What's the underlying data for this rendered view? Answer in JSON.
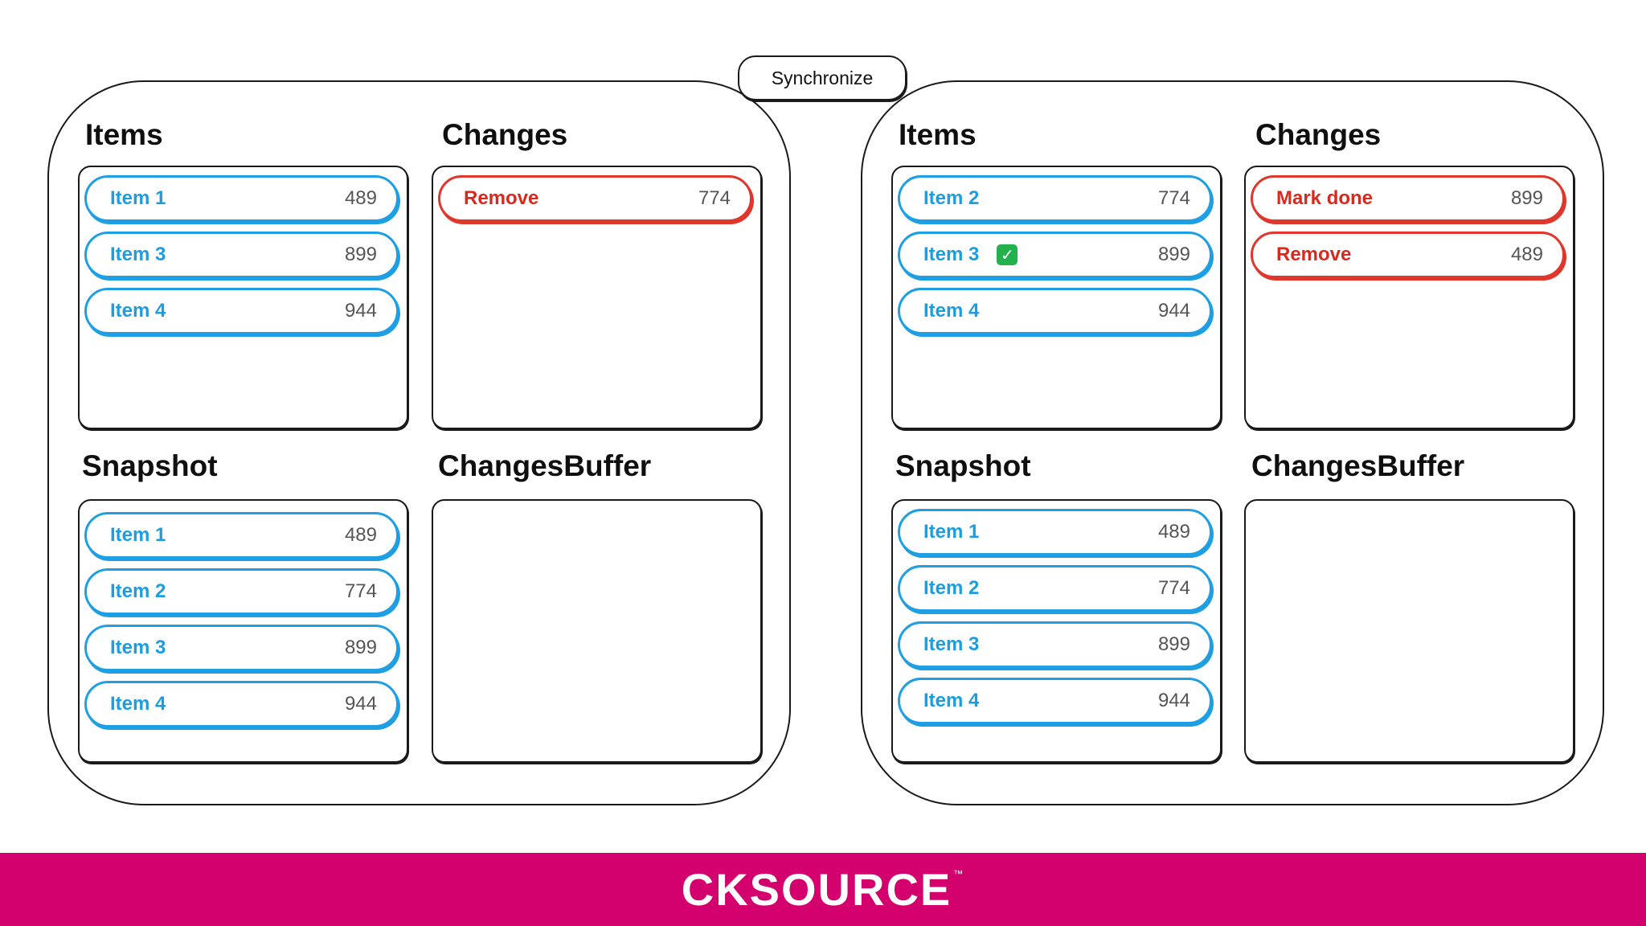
{
  "sync_label": "Synchronize",
  "left": {
    "items": {
      "title": "Items",
      "rows": [
        {
          "label": "Item 1",
          "value": "489"
        },
        {
          "label": "Item 3",
          "value": "899"
        },
        {
          "label": "Item 4",
          "value": "944"
        }
      ]
    },
    "changes": {
      "title": "Changes",
      "rows": [
        {
          "label": "Remove",
          "value": "774"
        }
      ]
    },
    "snapshot": {
      "title": "Snapshot",
      "rows": [
        {
          "label": "Item 1",
          "value": "489"
        },
        {
          "label": "Item 2",
          "value": "774"
        },
        {
          "label": "Item 3",
          "value": "899"
        },
        {
          "label": "Item 4",
          "value": "944"
        }
      ]
    },
    "buffer": {
      "title": "ChangesBuffer",
      "rows": []
    }
  },
  "right": {
    "items": {
      "title": "Items",
      "rows": [
        {
          "label": "Item 2",
          "value": "774"
        },
        {
          "label": "Item 3",
          "value": "899",
          "done": true
        },
        {
          "label": "Item 4",
          "value": "944"
        }
      ]
    },
    "changes": {
      "title": "Changes",
      "rows": [
        {
          "label": "Mark done",
          "value": "899"
        },
        {
          "label": "Remove",
          "value": "489"
        }
      ]
    },
    "snapshot": {
      "title": "Snapshot",
      "rows": [
        {
          "label": "Item 1",
          "value": "489"
        },
        {
          "label": "Item 2",
          "value": "774"
        },
        {
          "label": "Item 3",
          "value": "899"
        },
        {
          "label": "Item 4",
          "value": "944"
        }
      ]
    },
    "buffer": {
      "title": "ChangesBuffer",
      "rows": []
    }
  },
  "footer": {
    "logo_text": "CKSOURCE",
    "trademark": "™"
  },
  "colors": {
    "item_border": "#1e9fe3",
    "item_text": "#1c9de0",
    "change_border": "#e0362b",
    "change_text": "#d9281d",
    "footer_bg": "#d4006e"
  },
  "icons": {
    "done": "check-mark-icon"
  }
}
